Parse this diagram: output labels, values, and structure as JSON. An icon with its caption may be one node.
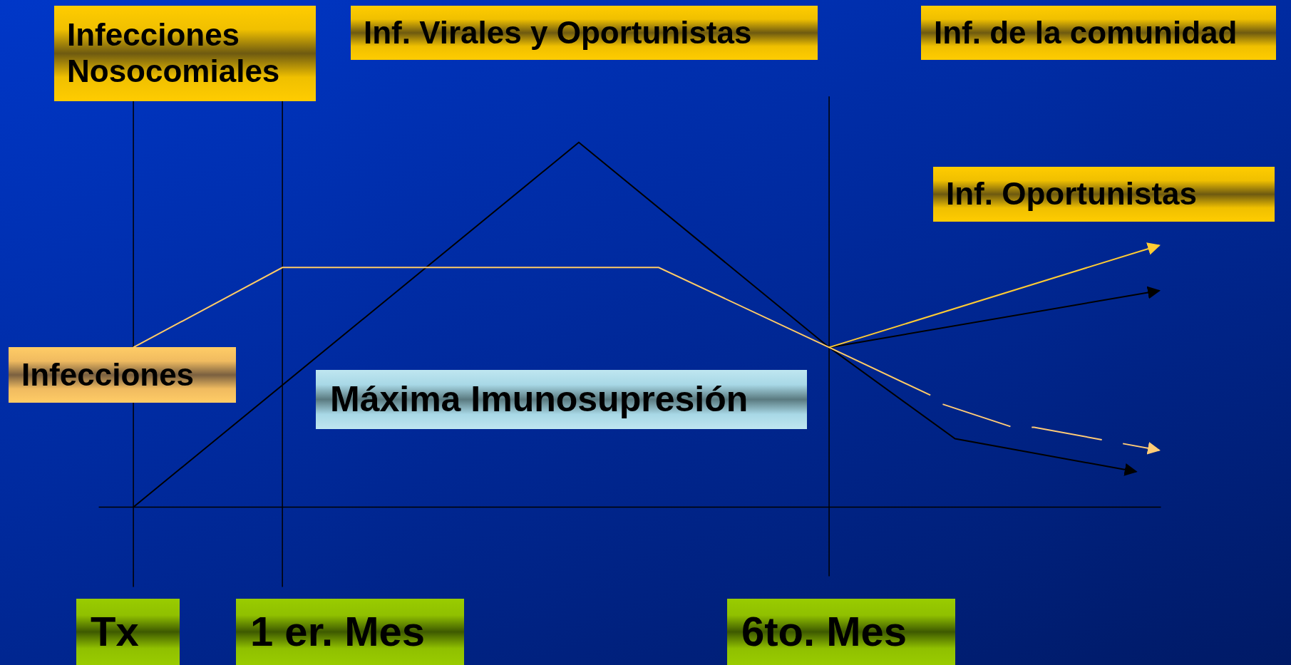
{
  "diagram": {
    "nodes": [
      {
        "text": [
          "Infecciones Nosocomiales"
        ]
      },
      {
        "text": [
          "Inf. Virales y Oportunistas"
        ]
      },
      {
        "text": [
          "Inf. de la comunidad"
        ]
      },
      {
        "text": [
          "Inf. Oportunistas"
        ]
      },
      {
        "text": [
          "Infecciones"
        ]
      },
      {
        "text": [
          "Máxima Imunosupresión"
        ]
      },
      {
        "text": [
          "Tx"
        ]
      },
      {
        "text": [
          "1 er. Mes"
        ]
      },
      {
        "text": [
          "6to. Mes"
        ]
      }
    ]
  }
}
